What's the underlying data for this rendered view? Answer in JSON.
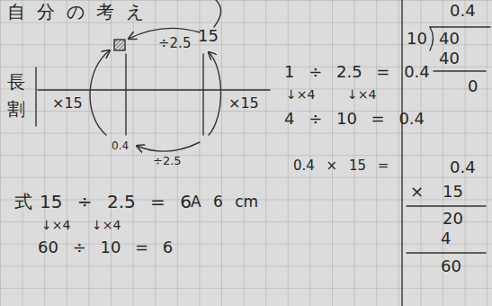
{
  "diagram": {
    "title": "自分の考え",
    "labels": [
      "÷2.5",
      "15",
      "長",
      "割",
      "×15",
      "×15",
      "0.4",
      "÷2.5",
      "1 ÷ 2.5 = 0.4",
      "↓×4",
      "↓×4",
      "4 ÷ 10 = 0.4",
      "0.4 × 15 =",
      "0.4",
      "10",
      "40",
      "40",
      "0",
      "0.4",
      "×",
      "15",
      "20",
      "4",
      "60",
      "式",
      "15 ÷ 2.5 = 6",
      "A 6 cm",
      "↓×4",
      "↓×4",
      "60 ÷ 10 = 6"
    ]
  }
}
